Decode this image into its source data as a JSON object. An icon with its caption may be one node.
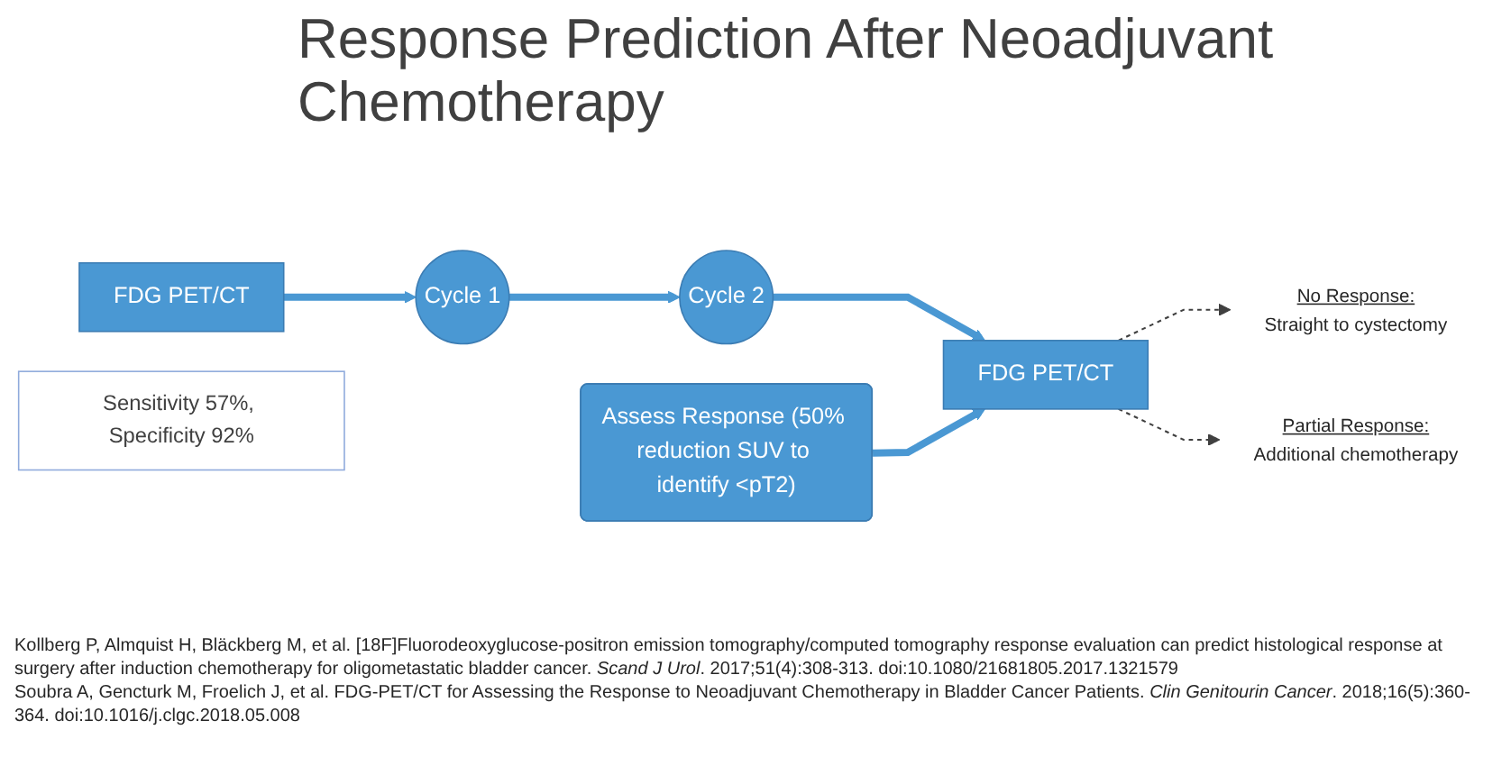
{
  "diagram": {
    "title": "Response Prediction After Neoadjuvant Chemotherapy",
    "nodes": [
      {
        "text": [
          "FDG PET/CT"
        ]
      },
      {
        "text": [
          "Cycle 1"
        ]
      },
      {
        "text": [
          "Cycle 2"
        ]
      },
      {
        "text": [
          "Assess Response (50% reduction SUV to identify <pT2)"
        ]
      },
      {
        "text": [
          "FDG PET/CT"
        ]
      },
      {
        "text": [
          "No Response:",
          "Straight to cystectomy"
        ]
      },
      {
        "text": [
          "Partial Response:",
          "Additional chemotherapy"
        ]
      },
      {
        "text": [
          "Sensitivity 57%, Specificity 92%"
        ]
      }
    ],
    "edges": [
      {
        "from": 0,
        "to": 1,
        "arrow": "to"
      },
      {
        "from": 1,
        "to": 2,
        "arrow": "to"
      },
      {
        "from": 2,
        "to": 4,
        "arrow": "to"
      },
      {
        "from": 3,
        "to": 4,
        "arrow": "to"
      },
      {
        "from": 4,
        "to": 5,
        "arrow": "to",
        "style": "dashed",
        "color": "#404040"
      },
      {
        "from": 4,
        "to": 6,
        "arrow": "to",
        "style": "dashed",
        "color": "#404040"
      }
    ],
    "labels": [
      "Kollberg P, Almquist H, Bläckberg M, et al. [18F]Fluorodeoxyglucose-positron emission tomography/computed tomography response evaluation can predict histological response at surgery after induction chemotherapy for oligometastatic bladder cancer. *Scand J Urol*. 2017;51(4):308-313. doi:10.1080/21681805.2017.1321579",
      "Soubra A, Gencturk M, Froelich J, et al. FDG-PET/CT for Assessing the Response to Neoadjuvant Chemotherapy in Bladder Cancer Patients. *Clin Genitourin Cancer*. 2018;16(5):360-364. doi:10.1016/j.clgc.2018.05.008"
    ]
  }
}
